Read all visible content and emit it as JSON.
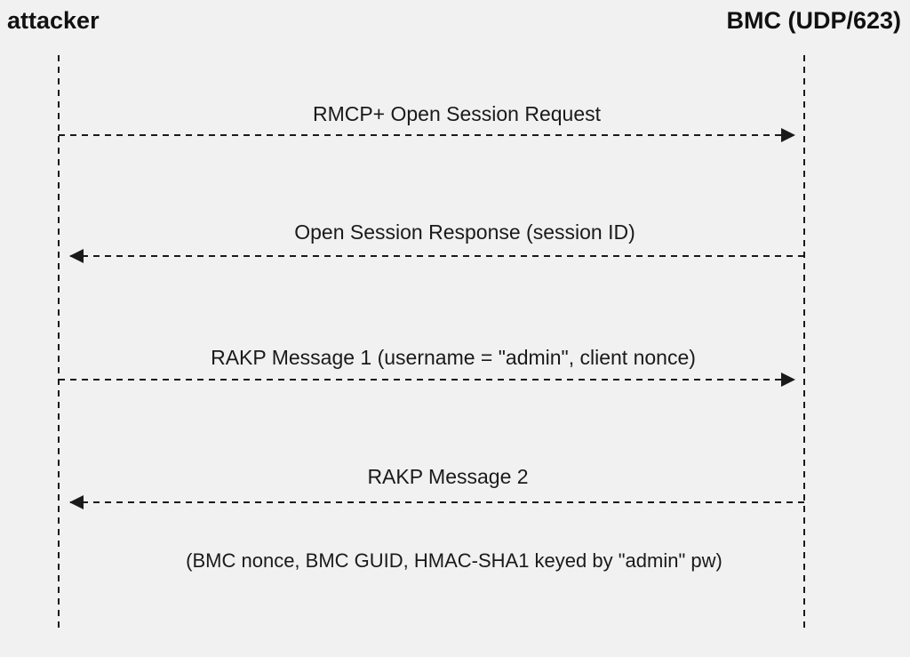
{
  "participants": {
    "left": "attacker",
    "right": "BMC (UDP/623)"
  },
  "messages": [
    {
      "from": "attacker",
      "to": "BMC (UDP/623)",
      "label": "RMCP+ Open Session Request"
    },
    {
      "from": "BMC (UDP/623)",
      "to": "attacker",
      "label": "Open Session Response (session ID)"
    },
    {
      "from": "attacker",
      "to": "BMC (UDP/623)",
      "label": "RAKP Message 1 (username = \"admin\", client nonce)"
    },
    {
      "from": "BMC (UDP/623)",
      "to": "attacker",
      "label": "RAKP Message 2"
    }
  ],
  "note": "(BMC nonce, BMC GUID, HMAC-SHA1 keyed by \"admin\" pw)",
  "colors": {
    "background": "#f1f1f1",
    "line": "#1a1a1a"
  }
}
